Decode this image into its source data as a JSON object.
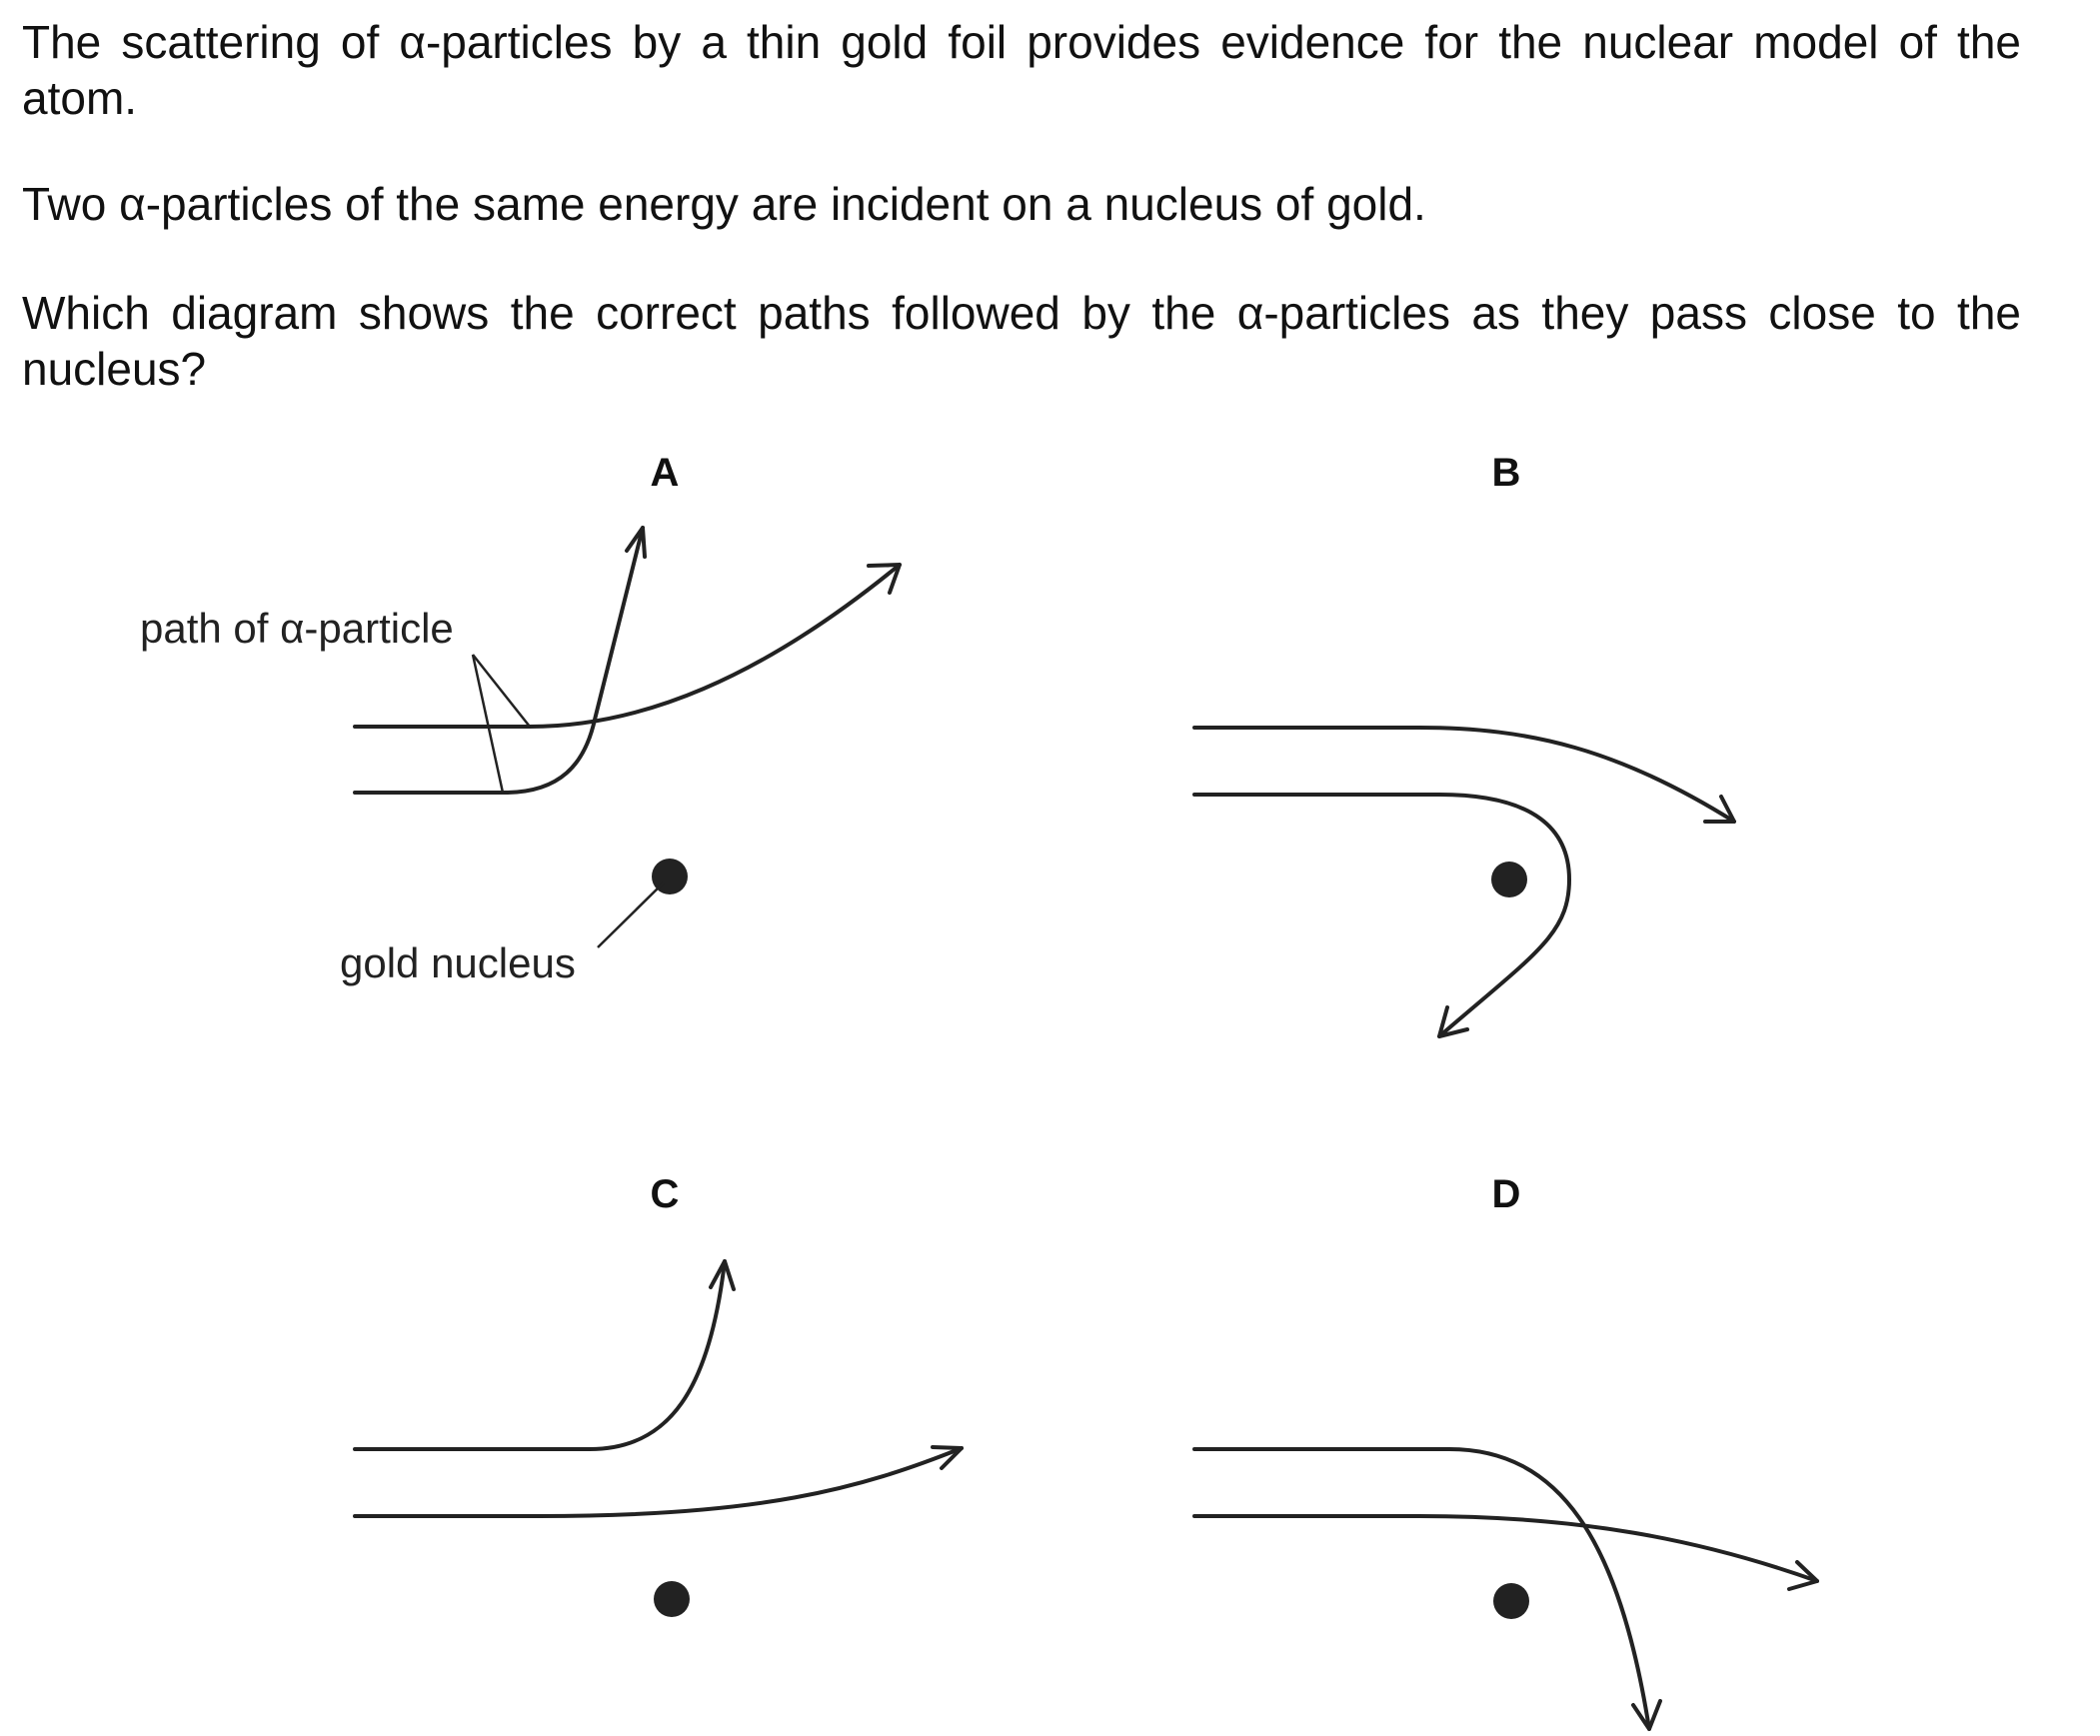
{
  "question": {
    "intro": "The scattering of α-particles by a thin gold foil provides evidence for the nuclear model of the atom.",
    "setup": "Two α-particles of the same energy are incident on a nucleus of gold.",
    "ask": "Which diagram shows the correct paths followed by the α-particles as they pass close to the nucleus?"
  },
  "options": [
    {
      "label": "A"
    },
    {
      "label": "B"
    },
    {
      "label": "C"
    },
    {
      "label": "D"
    }
  ],
  "annotations": {
    "path_label": "path of α-particle",
    "nucleus_label": "gold nucleus"
  }
}
